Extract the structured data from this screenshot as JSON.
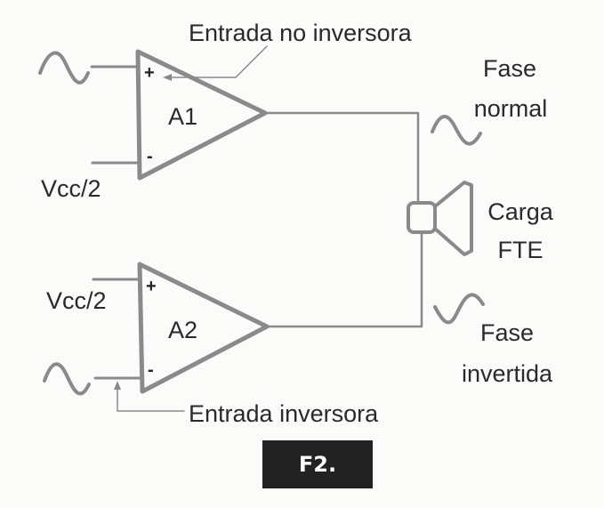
{
  "figure": {
    "label": "F2.",
    "colors": {
      "line": "#8a8a8a",
      "text": "#2a2a2a",
      "badge_bg": "#222222",
      "badge_text": "#ffffff",
      "background": "#fbfbf9"
    }
  },
  "amplifiers": [
    {
      "name": "A1",
      "plus_sign": "+",
      "minus_sign": "-",
      "plus_input": "signal",
      "minus_input": "Vcc/2",
      "output": "Fase normal"
    },
    {
      "name": "A2",
      "plus_sign": "+",
      "minus_sign": "-",
      "plus_input": "Vcc/2",
      "minus_input": "signal",
      "output": "Fase invertida"
    }
  ],
  "labels": {
    "noninverting_input": "Entrada no inversora",
    "inverting_input": "Entrada inversora",
    "vcc_a1": "Vcc/2",
    "vcc_a2": "Vcc/2",
    "phase_normal_line1": "Fase",
    "phase_normal_line2": "normal",
    "load_line1": "Carga",
    "load_line2": "FTE",
    "phase_inverted_line1": "Fase",
    "phase_inverted_line2": "invertida"
  },
  "icons": {
    "input_wave_a1": "sine-wave-icon",
    "input_wave_a2": "sine-wave-icon",
    "output_wave_normal": "sine-wave-icon",
    "output_wave_inverted": "inverted-sine-wave-icon",
    "load": "speaker-icon"
  }
}
